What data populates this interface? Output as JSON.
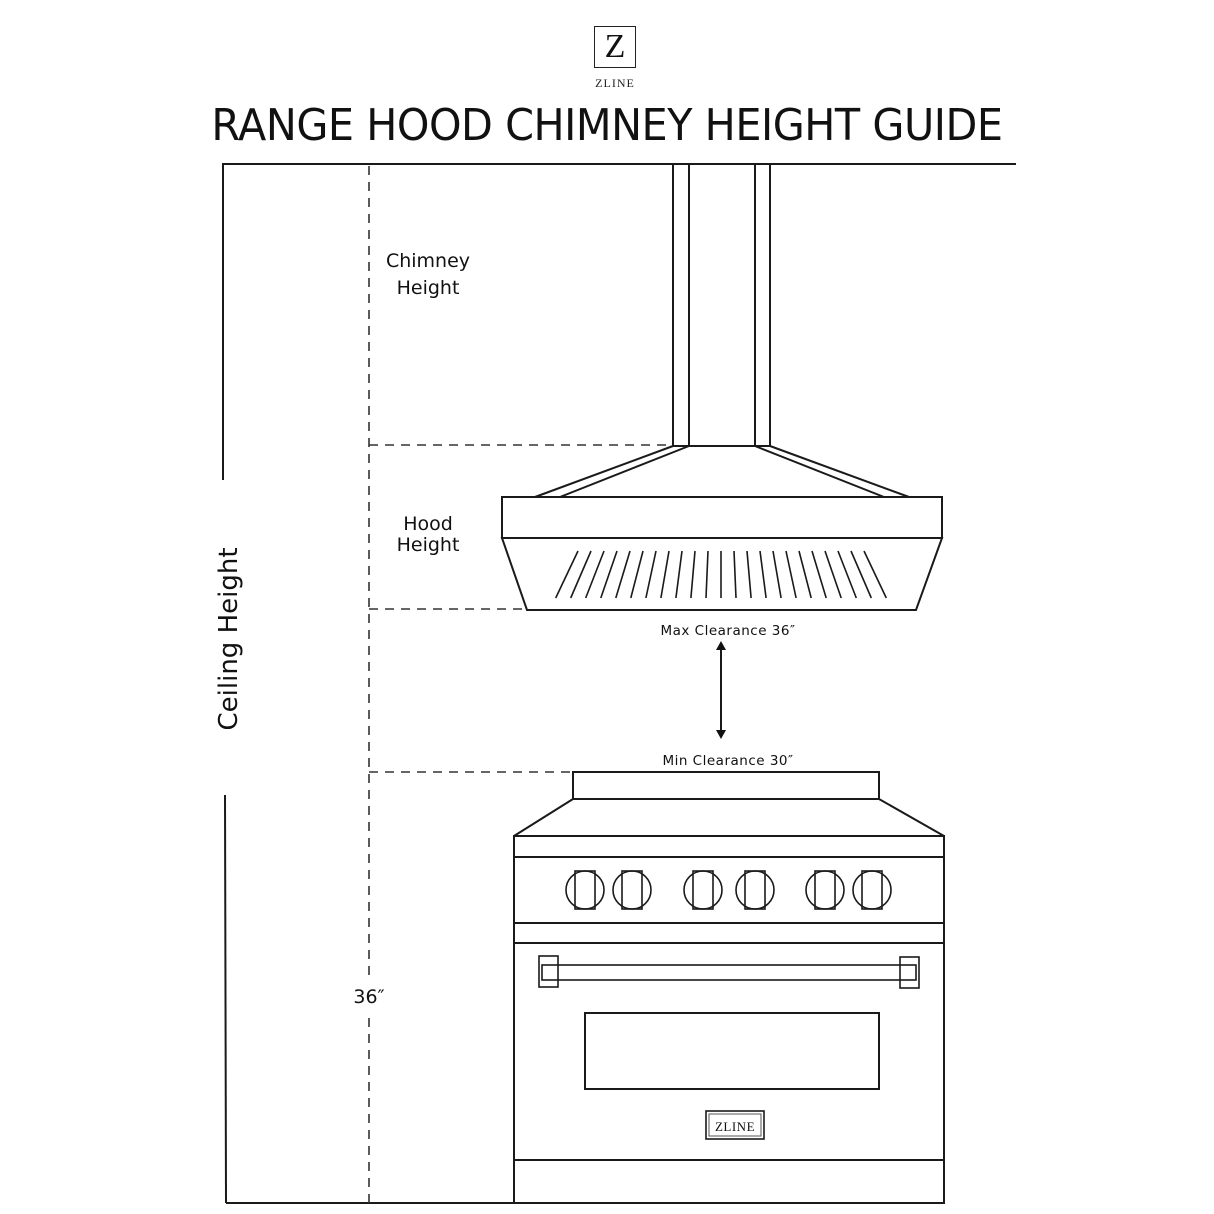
{
  "brand": {
    "logo_letter": "Z",
    "logo_text": "ZLINE",
    "badge_text": "ZLINE"
  },
  "title": "RANGE HOOD CHIMNEY HEIGHT GUIDE",
  "labels": {
    "chimney_height_line1": "Chimney",
    "chimney_height_line2": "Height",
    "hood_height_line1": "Hood",
    "hood_height_line2": "Height",
    "ceiling_height": "Ceiling Height",
    "max_clearance": "Max Clearance 36″",
    "min_clearance": "Min Clearance 30″",
    "range_height": "36″"
  },
  "measurements": {
    "max_clearance_in": 36,
    "min_clearance_in": 30,
    "range_height_in": 36
  },
  "range": {
    "knob_count": 6
  },
  "hood": {
    "vent_slat_count": 23
  },
  "colors": {
    "line": "#1a1a1a",
    "background": "#ffffff"
  }
}
